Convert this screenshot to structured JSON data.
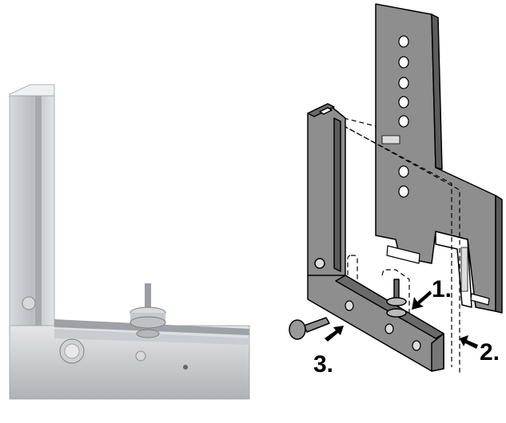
{
  "figure": {
    "steps": [
      {
        "label": "1."
      },
      {
        "label": "2."
      },
      {
        "label": "3."
      }
    ],
    "colors": {
      "metal_photo": "#c9ccd0",
      "diagram_part": "#8a8a8a",
      "diagram_dark": "#5a5a5a",
      "outline": "#000000"
    }
  }
}
